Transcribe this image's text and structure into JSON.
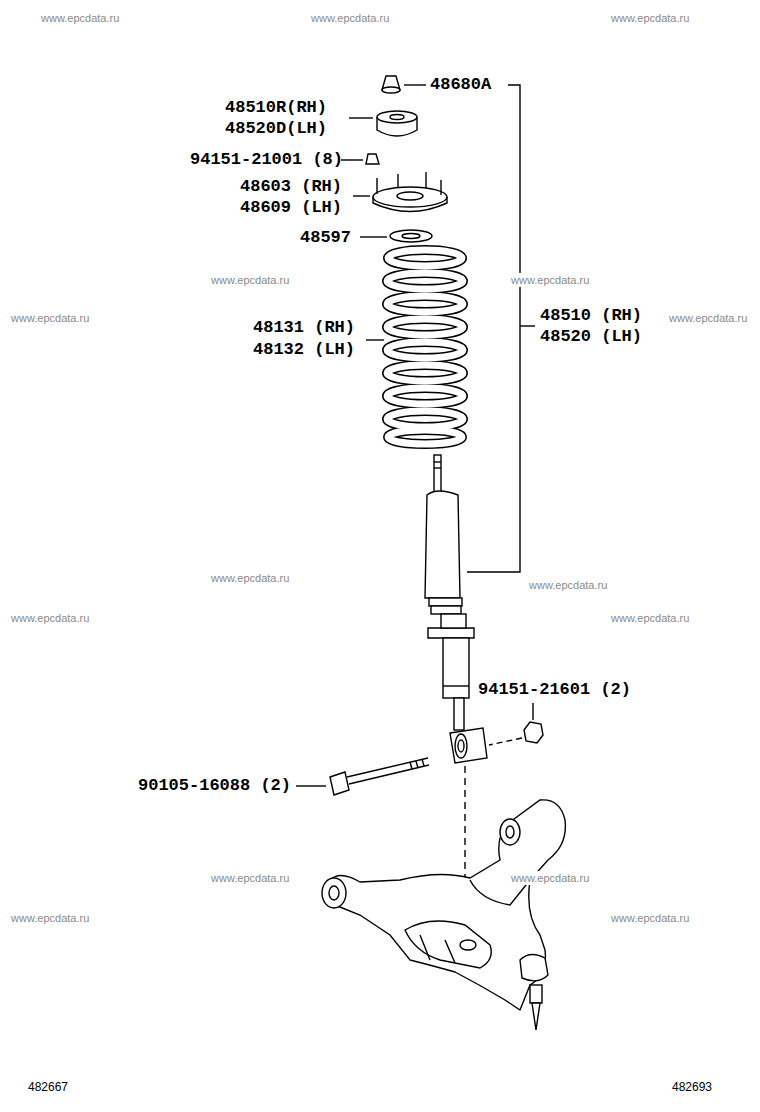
{
  "diagram": {
    "labels": [
      "www.epcdata.ru",
      "www.epcdata.ru",
      "www.epcdata.ru",
      "48680A",
      "48510R(RH)",
      "48520D(LH)",
      "94151-21001 (8)",
      "48603 (RH)",
      "48609 (LH)",
      "48597",
      "www.epcdata.ru",
      "www.epcdata.ru",
      "www.epcdata.ru",
      "48510 (RH)",
      "www.epcdata.ru",
      "48131 (RH)",
      "48520 (LH)",
      "48132 (LH)",
      "www.epcdata.ru",
      "www.epcdata.ru",
      "www.epcdata.ru",
      "www.epcdata.ru",
      "94151-21601 (2)",
      "90105-16088 (2)",
      "www.epcdata.ru",
      "www.epcdata.ru",
      "www.epcdata.ru",
      "www.epcdata.ru",
      "482667",
      "482693"
    ]
  }
}
